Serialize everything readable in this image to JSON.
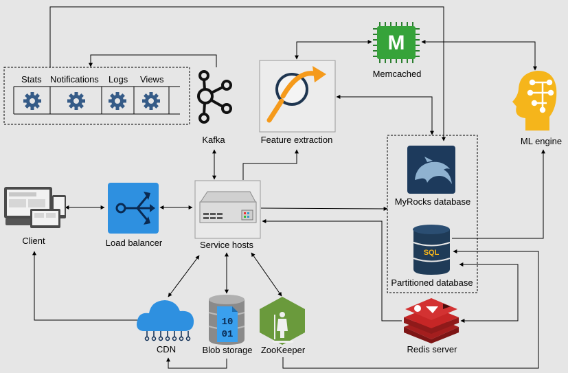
{
  "nodes": {
    "client": "Client",
    "load_balancer": "Load balancer",
    "service_hosts": "Service hosts",
    "kafka": "Kafka",
    "feature_extraction": "Feature extraction",
    "memcached": "Memcached",
    "memcached_glyph": "M",
    "ml_engine": "ML engine",
    "myrocks": "MyRocks database",
    "partitioned_db": "Partitioned database",
    "sql_glyph": "SQL",
    "redis": "Redis server",
    "cdn": "CDN",
    "blob_storage": "Blob storage",
    "blob_glyph_1": "10",
    "blob_glyph_2": "01",
    "zookeeper": "ZooKeeper"
  },
  "services": [
    "Stats",
    "Notifications",
    "Logs",
    "Views"
  ],
  "colors": {
    "background": "#e6e6e6",
    "load_balancer": "#2e90e0",
    "cdn": "#2e90e0",
    "memcached": "#36a33a",
    "ml_engine": "#f5b51b",
    "myrocks": "#1d3a5c",
    "sql_db": "#1f3b57",
    "redis": "#c62626",
    "zookeeper": "#6a9a3c",
    "feature_arrow": "#f59a1b",
    "gear": "#355b87"
  },
  "icons": {
    "client": "devices-icon",
    "load_balancer": "load-balancer-icon",
    "service_hosts": "server-icon",
    "kafka": "kafka-icon",
    "feature_extraction": "magnifier-arrow-icon",
    "memcached": "chip-icon",
    "ml_engine": "ai-head-icon",
    "myrocks": "dolphin-icon",
    "partitioned_db": "sql-database-icon",
    "redis": "redis-icon",
    "cdn": "cloud-icon",
    "blob_storage": "blob-storage-icon",
    "zookeeper": "zookeeper-icon",
    "service_gear": "gear-icon"
  }
}
